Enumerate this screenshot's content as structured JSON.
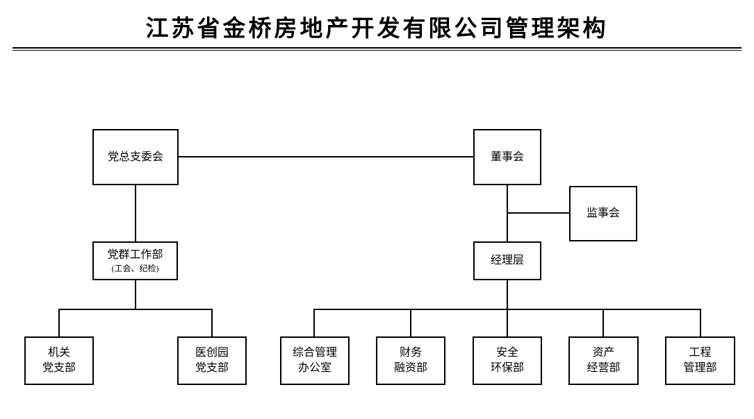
{
  "title": "江苏省金桥房地产开发有限公司管理架构",
  "colors": {
    "background": "#ffffff",
    "line": "#000000",
    "text": "#000000"
  },
  "nodes": {
    "party_committee": {
      "label": "党总支委会"
    },
    "board": {
      "label": "董事会"
    },
    "supervisory_board": {
      "label": "监事会"
    },
    "party_mass_dept": {
      "label": "党群工作部",
      "sublabel": "(工会、纪检)"
    },
    "manager_level": {
      "label": "经理层"
    },
    "office_party_branch": {
      "line1": "机关",
      "line2": "党支部"
    },
    "yichuangyuan_party_branch": {
      "line1": "医创园",
      "line2": "党支部"
    },
    "general_mgmt_office": {
      "line1": "综合管理",
      "line2": "办公室"
    },
    "finance_financing_dept": {
      "line1": "财务",
      "line2": "融资部"
    },
    "safety_env_dept": {
      "line1": "安全",
      "line2": "环保部"
    },
    "asset_operation_dept": {
      "line1": "资产",
      "line2": "经营部"
    },
    "engineering_mgmt_dept": {
      "line1": "工程",
      "line2": "管理部"
    }
  },
  "hierarchy": {
    "peer_link": [
      "党总支委会",
      "董事会"
    ],
    "党总支委会": [
      "党群工作部"
    ],
    "党群工作部": [
      "机关党支部",
      "医创园党支部"
    ],
    "董事会": [
      "监事会",
      "经理层"
    ],
    "经理层": [
      "综合管理办公室",
      "财务融资部",
      "安全环保部",
      "资产经营部",
      "工程管理部"
    ]
  }
}
